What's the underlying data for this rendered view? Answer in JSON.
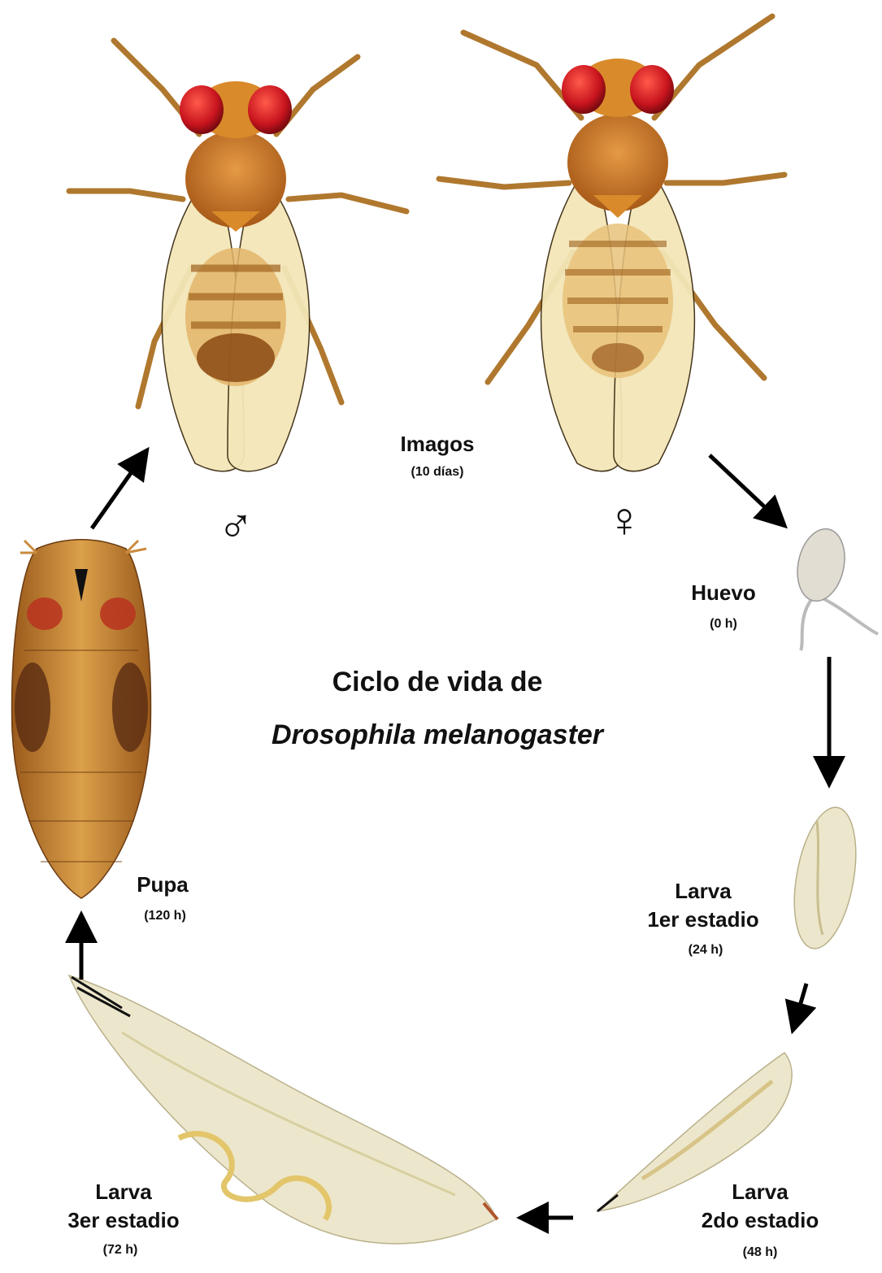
{
  "title": {
    "line1": "Ciclo de vida de",
    "line2": "Drosophila melanogaster"
  },
  "stages": {
    "imagos": {
      "name": "Imagos",
      "time": "(10 días)"
    },
    "male_symbol": "♂",
    "female_symbol": "♀",
    "huevo": {
      "name": "Huevo",
      "time": "(0 h)"
    },
    "larva1": {
      "name": "Larva",
      "stage": "1er estadio",
      "time": "(24 h)"
    },
    "larva2": {
      "name": "Larva",
      "stage": "2do estadio",
      "time": "(48 h)"
    },
    "larva3": {
      "name": "Larva",
      "stage": "3er estadio",
      "time": "(72 h)"
    },
    "pupa": {
      "name": "Pupa",
      "time": "(120 h)"
    }
  },
  "colors": {
    "body_orange": "#d98a2a",
    "thorax_brown": "#b5651d",
    "eye_red": "#c8141e",
    "wing": "#f3e6b8",
    "larva": "#ece7cc",
    "pupa": "#c98a3c",
    "arrow": "#000000"
  },
  "icons": [
    "fly-male-illustration",
    "fly-female-illustration",
    "egg-illustration",
    "larva-illustration",
    "pupa-illustration",
    "arrow-icon"
  ]
}
